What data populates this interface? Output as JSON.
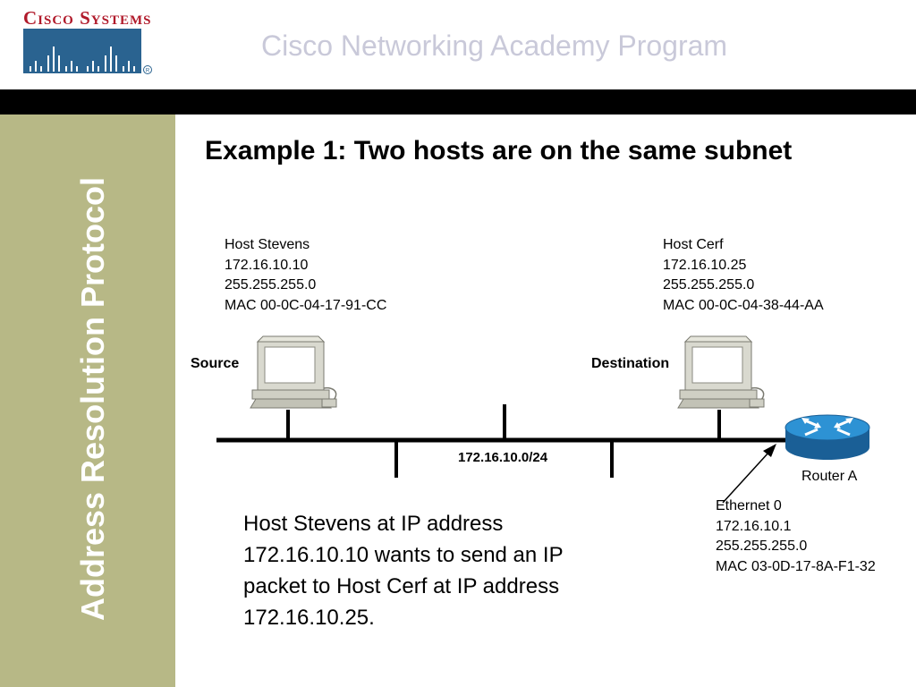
{
  "header": {
    "logo_text": "Cisco Systems",
    "program_title": "Cisco Networking Academy Program"
  },
  "sidebar": {
    "title": "Address Resolution Protocol"
  },
  "slide": {
    "title": "Example 1: Two hosts are on the same subnet",
    "description": [
      "Host Stevens at IP address",
      "172.16.10.10 wants to send an IP",
      "packet to Host Cerf at IP address",
      "172.16.10.25."
    ]
  },
  "diagram": {
    "source_host": {
      "name": "Host Stevens",
      "ip": "172.16.10.10",
      "mask": "255.255.255.0",
      "mac": "MAC 00-0C-04-17-91-CC",
      "role": "Source"
    },
    "destination_host": {
      "name": "Host Cerf",
      "ip": "172.16.10.25",
      "mask": "255.255.255.0",
      "mac": "MAC 00-0C-04-38-44-AA",
      "role": "Destination"
    },
    "network_label": "172.16.10.0/24",
    "router": {
      "name": "Router A",
      "interface": "Ethernet 0",
      "ip": "172.16.10.1",
      "mask": "255.255.255.0",
      "mac": "MAC 03-0D-17-8A-F1-32"
    }
  },
  "colors": {
    "brand_red": "#b0192a",
    "logo_blue": "#2a6390",
    "sidebar": "#b7b886",
    "router_blue": "#1a7ec4"
  }
}
